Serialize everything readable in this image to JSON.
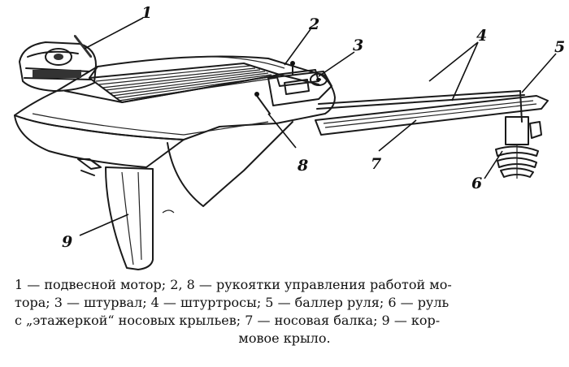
{
  "figure": {
    "labels": {
      "l1": "1",
      "l2": "2",
      "l3": "3",
      "l4": "4",
      "l5": "5",
      "l6": "6",
      "l7": "7",
      "l8": "8",
      "l9": "9"
    }
  },
  "caption": {
    "line1": "1 — подвесной мотор; 2, 8 — рукоятки управления работой мо-",
    "line2": "тора; 3 — штурвал; 4 — штуртросы; 5 — баллер руля; 6 — руль",
    "line3": "с „этажеркой“ носовых крыльев; 7 — носовая балка; 9 — кор-",
    "line4": "мовое крыло."
  }
}
